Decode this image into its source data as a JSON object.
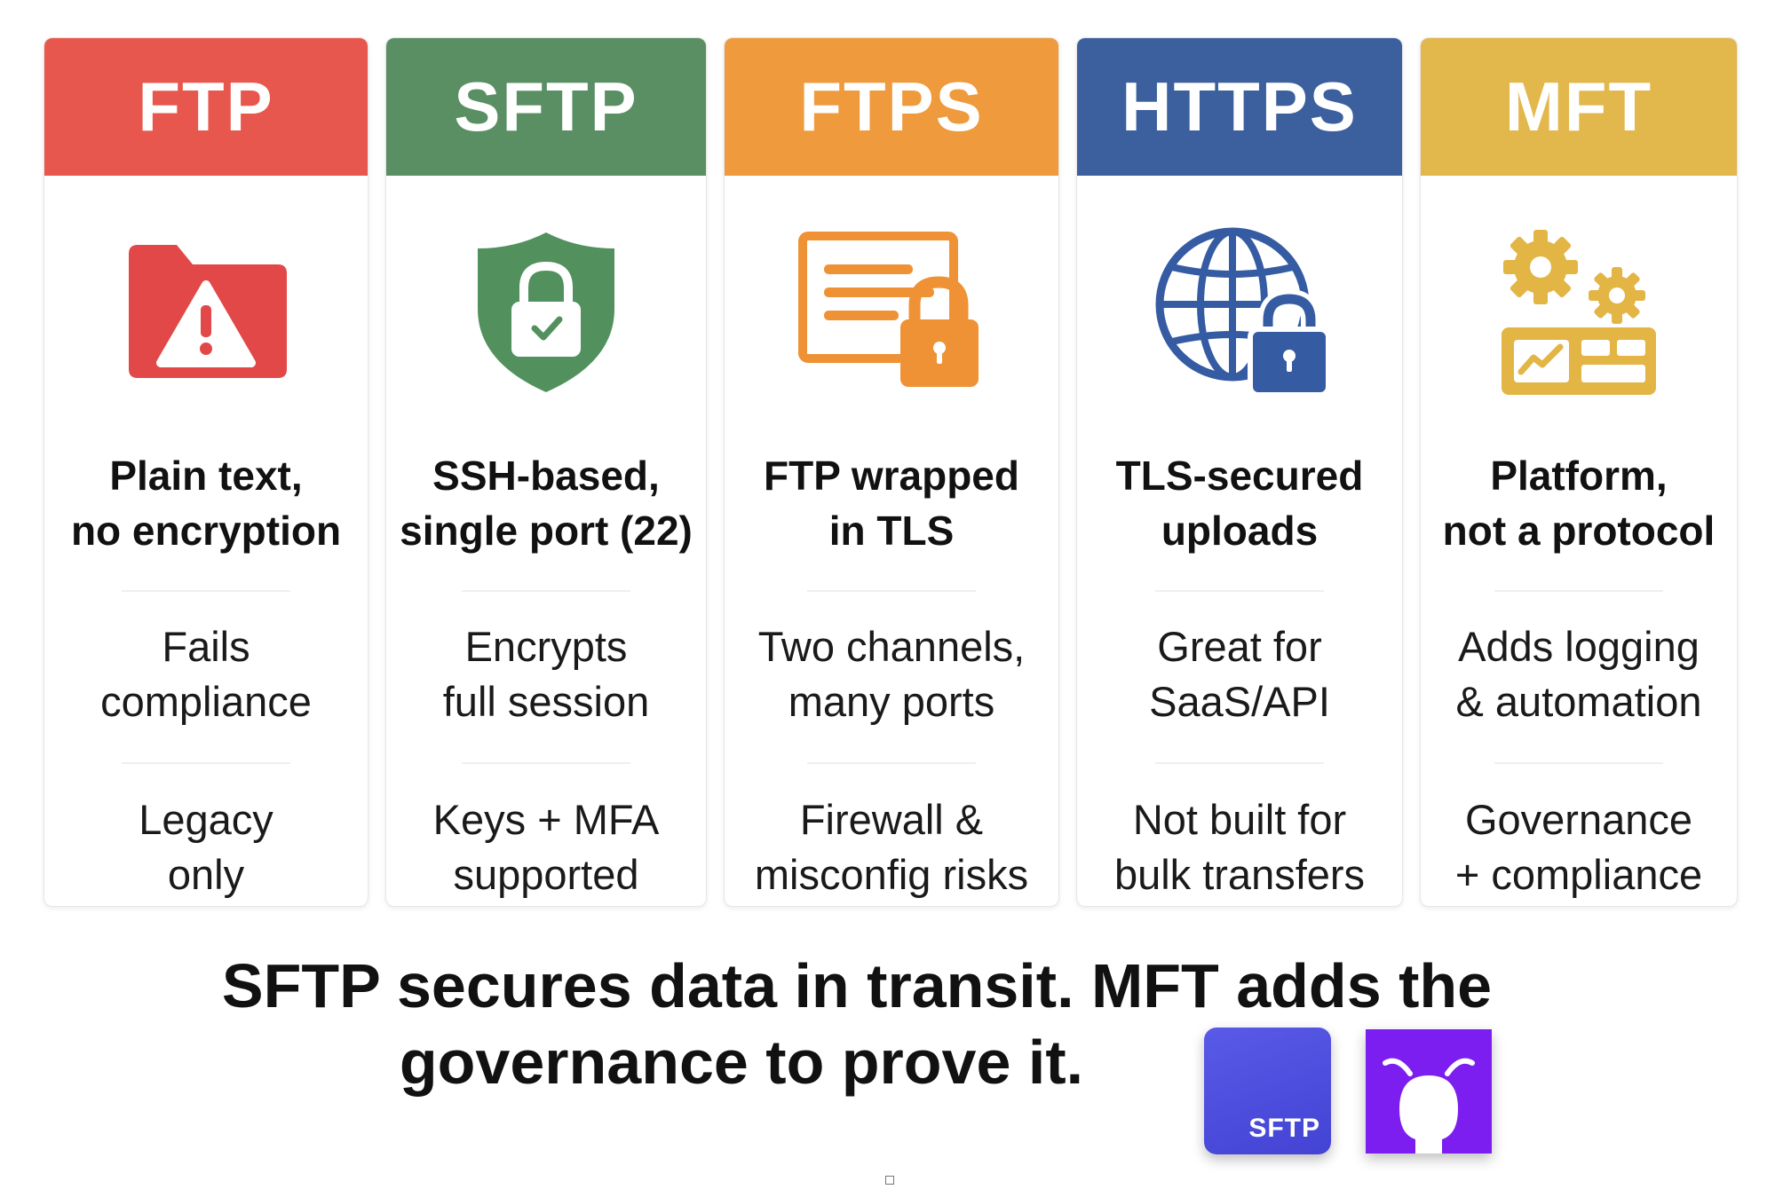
{
  "cards": [
    {
      "name": "FTP",
      "header_color": "#e8574d",
      "icon": "folder-warning-icon",
      "title": [
        "Plain text,",
        "no encryption"
      ],
      "line2": [
        "Fails",
        "compliance"
      ],
      "line3": [
        "Legacy",
        "only"
      ]
    },
    {
      "name": "SFTP",
      "header_color": "#5a8f63",
      "icon": "shield-lock-icon",
      "title": [
        "SSH-based,",
        "single port (22)"
      ],
      "line2": [
        "Encrypts",
        "full session"
      ],
      "line3": [
        "Keys + MFA",
        "supported"
      ]
    },
    {
      "name": "FTPS",
      "header_color": "#ef9a3c",
      "icon": "document-lock-icon",
      "title": [
        "FTP wrapped",
        "in TLS"
      ],
      "line2": [
        "Two channels,",
        "many ports"
      ],
      "line3": [
        "Firewall &",
        "misconfig risks"
      ]
    },
    {
      "name": "HTTPS",
      "header_color": "#3c609e",
      "icon": "globe-lock-icon",
      "title": [
        "TLS-secured",
        "uploads"
      ],
      "line2": [
        "Great for",
        "SaaS/API"
      ],
      "line3": [
        "Not built for",
        "bulk transfers"
      ]
    },
    {
      "name": "MFT",
      "header_color": "#e2b74b",
      "icon": "gears-dashboard-icon",
      "title": [
        "Platform,",
        "not a protocol"
      ],
      "line2": [
        "Adds logging",
        "& automation"
      ],
      "line3": [
        "Governance",
        "+ compliance"
      ]
    }
  ],
  "tagline": [
    "SFTP secures data in transit. MFT adds the",
    "governance to prove it."
  ],
  "logos": {
    "sftp_logo_text": "SFTP",
    "sftp_logo_icon": "sftp-app-logo-icon",
    "ant_logo_icon": "ant-mascot-logo-icon"
  },
  "colors": {
    "ftp": "#e8574d",
    "sftp": "#5a8f63",
    "ftps": "#ef9a3c",
    "https": "#3c609e",
    "mft": "#e2b74b"
  }
}
